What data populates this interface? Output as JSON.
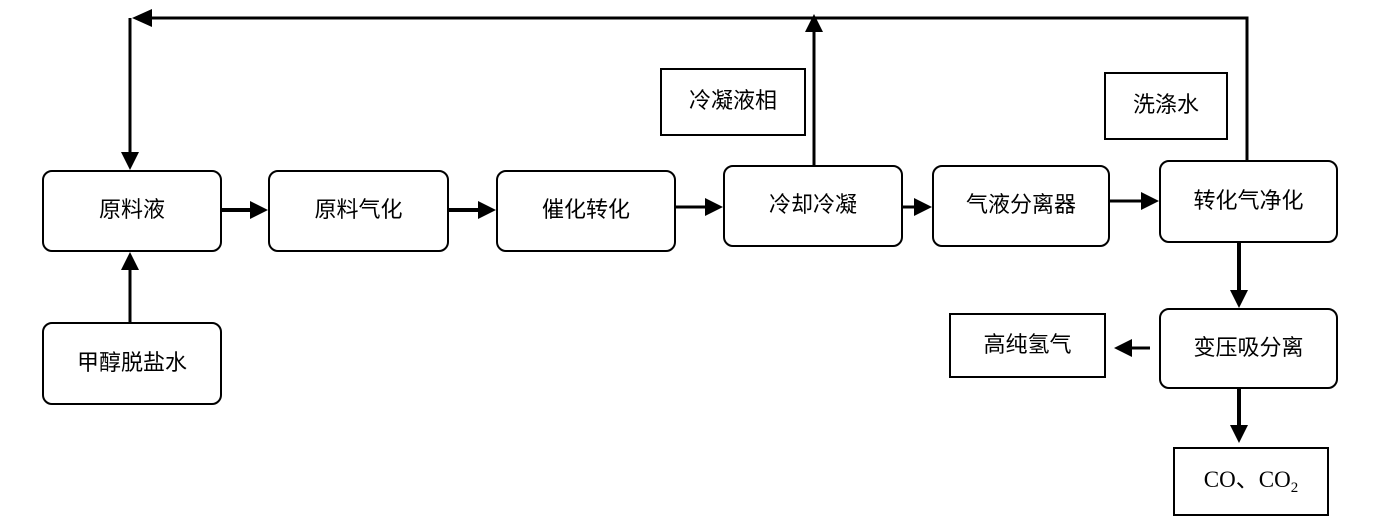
{
  "nodes": {
    "feed_liquid": "原料液",
    "feed_vaporize": "原料气化",
    "catalytic_conversion": "催化转化",
    "cool_condense": "冷却冷凝",
    "gas_liquid_separator": "气液分离器",
    "conversion_gas_purify": "转化气净化",
    "methanol_desalted_water": "甲醇脱盐水",
    "psa": "变压吸分离",
    "high_purity_hydrogen": "高纯氢气",
    "co_co2_main": "CO、CO",
    "co_co2_sub": "2",
    "condensate_liquid": "冷凝液相",
    "wash_water": "洗涤水"
  }
}
